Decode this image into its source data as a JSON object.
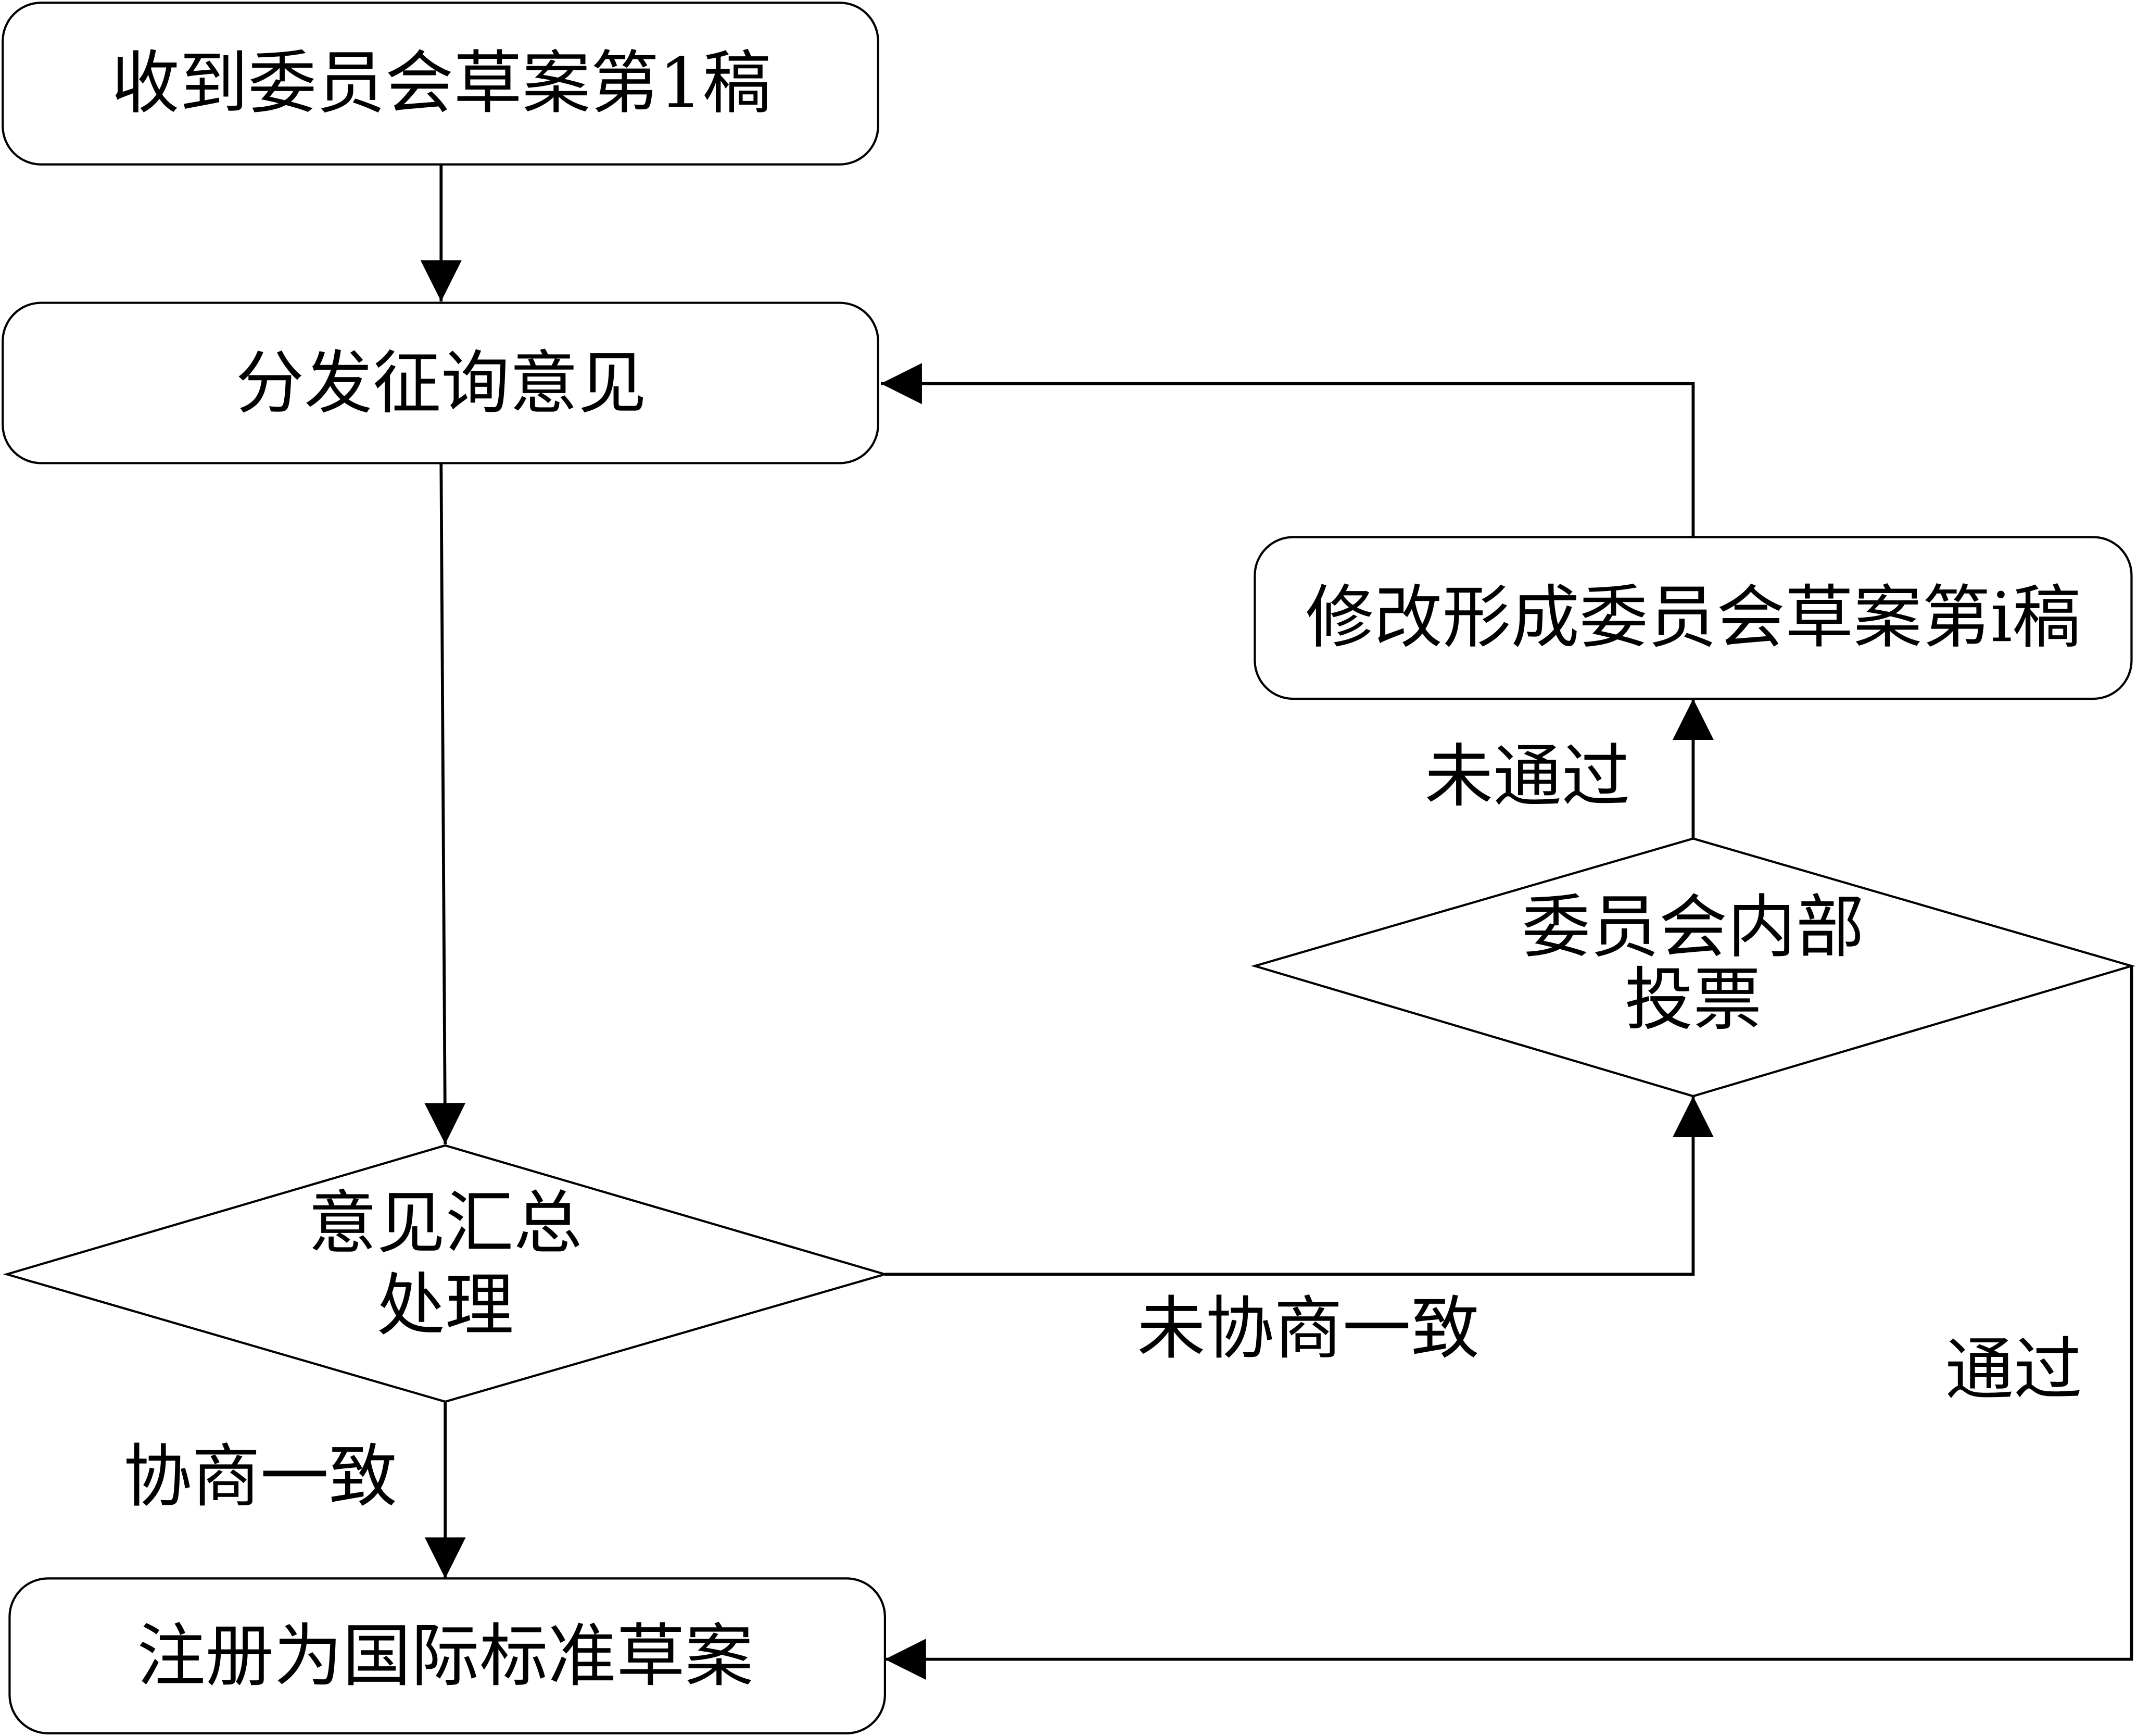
{
  "nodes": {
    "receive_draft": "收到委员会草案第1稿",
    "distribute": "分发征询意见",
    "summary_line1": "意见汇总",
    "summary_line2": "处理",
    "vote_line1": "委员会内部",
    "vote_line2": "投票",
    "revise": "修改形成委员会草案第i稿",
    "register": "注册为国际标准草案"
  },
  "edges": {
    "consensus": "协商一致",
    "no_consensus": "未协商一致",
    "failed": "未通过",
    "passed": "通过"
  },
  "colors": {
    "stroke": "#000000",
    "background": "#ffffff"
  }
}
